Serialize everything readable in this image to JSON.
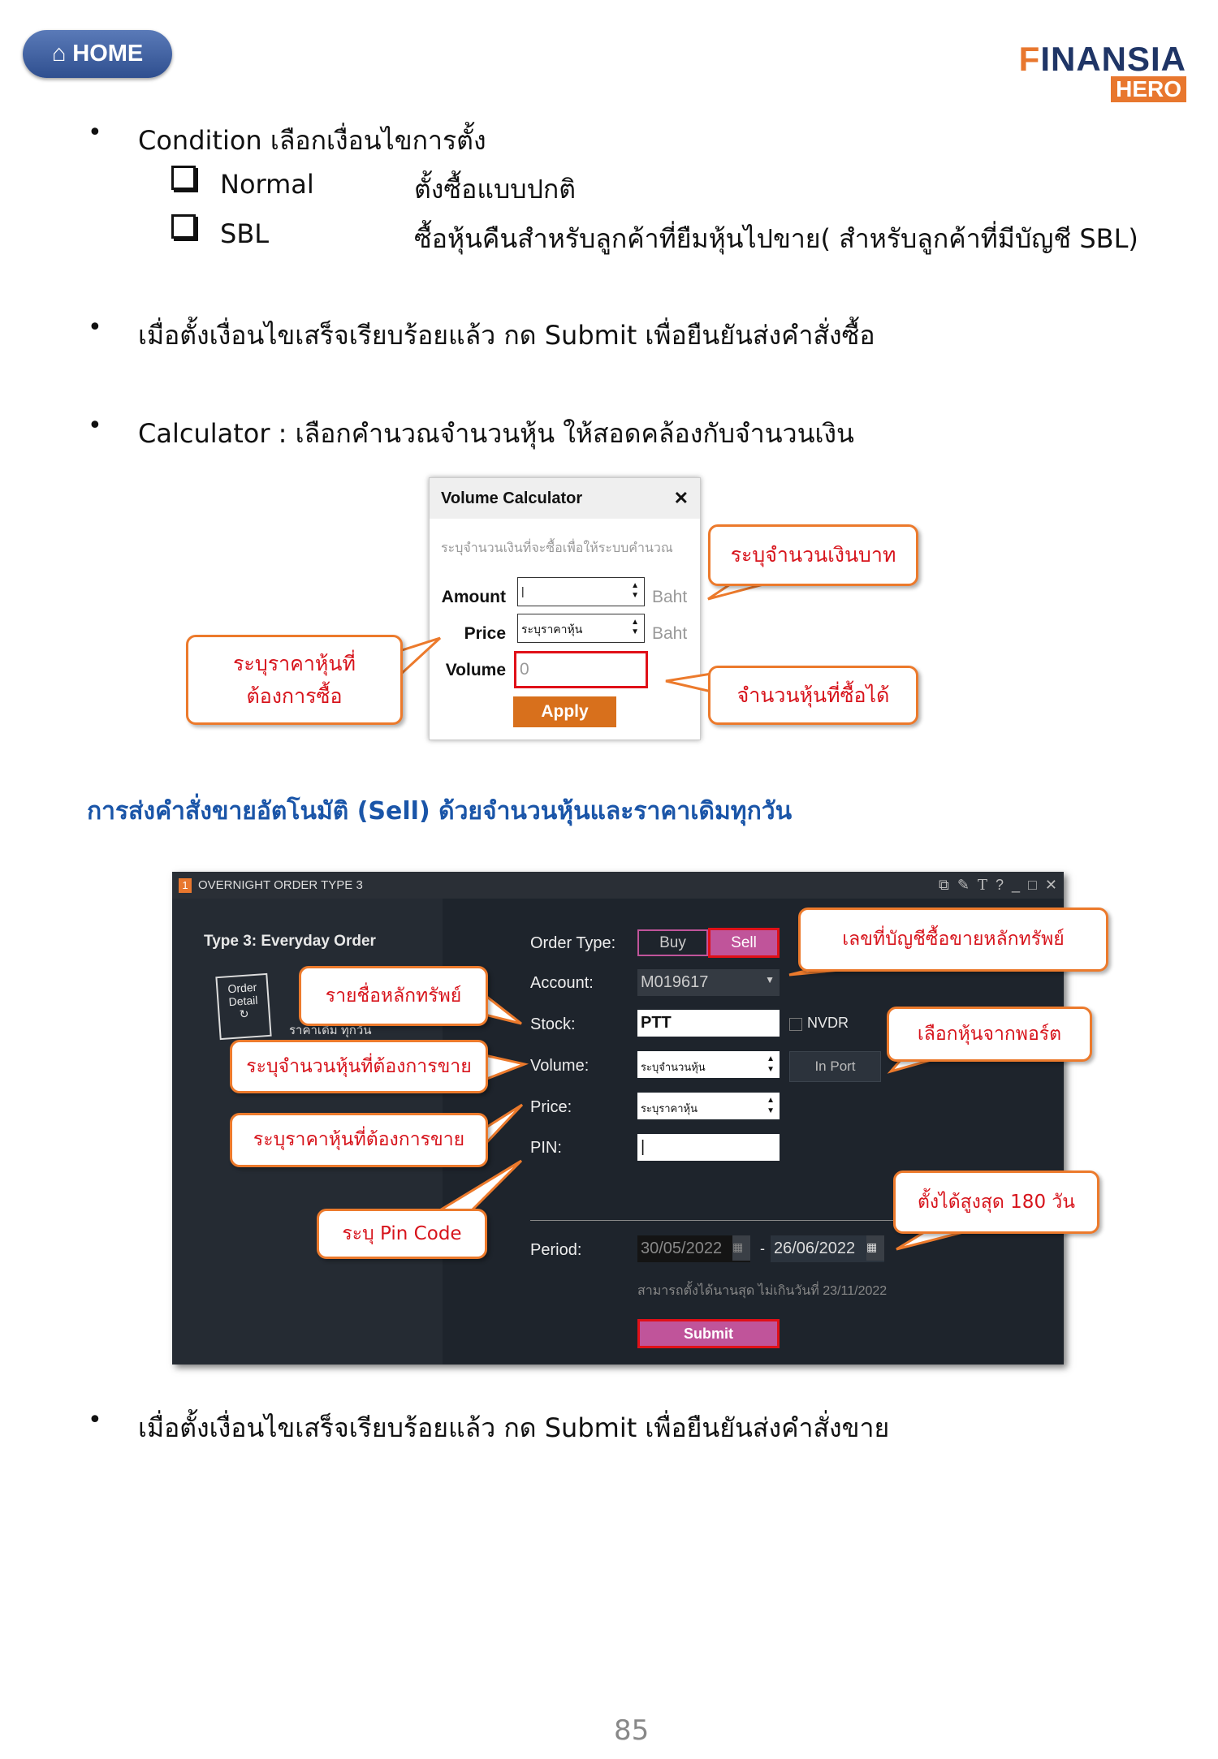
{
  "header": {
    "home_label": "HOME",
    "logo_text": "FINANSIA",
    "logo_sub": "HERO"
  },
  "bullets": {
    "condition": "Condition  เลือกเงื่อนไขการตั้ง",
    "options": [
      {
        "label": "Normal",
        "desc": "ตั้งซื้อแบบปกติ"
      },
      {
        "label": "SBL",
        "desc": "ซื้อหุ้นคืนสำหรับลูกค้าที่ยืมหุ้นไปขาย( สำหรับลูกค้าที่มีบัญชี SBL)"
      }
    ],
    "submit_buy": "เมื่อตั้งเงื่อนไขเสร็จเรียบร้อยแล้ว กด Submit เพื่อยืนยันส่งคำสั่งซื้อ",
    "calculator": "Calculator : เลือกคำนวณจำนวนหุ้น ให้สอดคล้องกับจำนวนเงิน",
    "submit_sell": "เมื่อตั้งเงื่อนไขเสร็จเรียบร้อยแล้ว กด Submit เพื่อยืนยันส่งคำสั่งขาย"
  },
  "calc": {
    "title": "Volume Calculator",
    "hint": "ระบุจำนวนเงินที่จะซื้อเพื่อให้ระบบคำนวณ",
    "amount_label": "Amount",
    "amount_value": "",
    "price_label": "Price",
    "price_placeholder": "ระบุราคาหุ้น",
    "volume_label": "Volume",
    "volume_value": "0",
    "unit": "Baht",
    "apply": "Apply",
    "callouts": {
      "amount": "ระบุจำนวนเงินบาท",
      "price_line1": "ระบุราคาหุ้นที่",
      "price_line2": "ต้องการซื้อ",
      "volume": "จำนวนหุ้นที่ซื้อได้"
    }
  },
  "section_heading": "การส่งคำสั่งขายอัตโนมัติ (Sell) ด้วยจำนวนหุ้นและราคาเดิมทุกวัน",
  "order": {
    "window_number": "1",
    "window_title": "OVERNIGHT ORDER TYPE 3",
    "type_title": "Type 3: Everyday Order",
    "order_detail": "Order Detail",
    "desc_partial": "ราคาเดิม ทุกวัน",
    "labels": {
      "order_type": "Order Type:",
      "account": "Account:",
      "stock": "Stock:",
      "volume": "Volume:",
      "price": "Price:",
      "pin": "PIN:",
      "period": "Period:"
    },
    "buy": "Buy",
    "sell": "Sell",
    "selected_side": "Sell",
    "account": "M019617",
    "stock": "PTT",
    "nvdr": "NVDR",
    "volume_placeholder": "ระบุจำนวนหุ้น",
    "price_placeholder": "ระบุราคาหุ้น",
    "in_port": "In Port",
    "period_start": "30/05/2022",
    "period_end": "26/06/2022",
    "period_note": "สามารถตั้งได้นานสุด ไม่เกินวันที่ 23/11/2022",
    "submit": "Submit",
    "callouts": {
      "account": "เลขที่บัญชีซื้อขายหลักทรัพย์",
      "stock": "รายชื่อหลักทรัพย์",
      "volume": "ระบุจำนวนหุ้นที่ต้องการขาย",
      "price": "ระบุราคาหุ้นที่ต้องการขาย",
      "pin": "ระบุ Pin  Code",
      "port": "เลือกหุ้นจากพอร์ต",
      "period": "ตั้งได้สูงสุด 180 วัน"
    }
  },
  "page_number": "85",
  "colors": {
    "accent_orange": "#e8772e",
    "heading_blue": "#1a55a8",
    "callout_text": "#d7141c",
    "sell": "#c0549a"
  }
}
